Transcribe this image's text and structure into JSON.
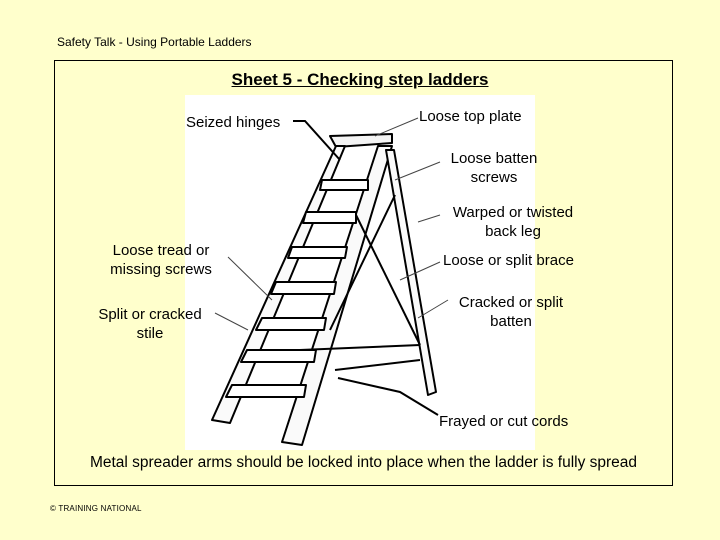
{
  "header": {
    "title": "Safety Talk - Using Portable Ladders"
  },
  "sheet": {
    "title": "Sheet 5 - Checking step ladders"
  },
  "labels": {
    "seized_hinges": "Seized hinges",
    "loose_top_plate": "Loose top plate",
    "loose_batten_screws_1": "Loose batten",
    "loose_batten_screws_2": "screws",
    "warped_back_leg_1": "Warped or twisted",
    "warped_back_leg_2": "back leg",
    "loose_tread_1": "Loose tread or",
    "loose_tread_2": "missing screws",
    "loose_split_brace": "Loose or split brace",
    "split_stile_1": "Split or cracked",
    "split_stile_2": "stile",
    "cracked_batten_1": "Cracked or split",
    "cracked_batten_2": "batten",
    "frayed_cords": "Frayed or cut cords"
  },
  "note": "Metal spreader arms should be locked into place when the ladder is fully spread",
  "footer": {
    "copyright": "© TRAINING NATIONAL"
  }
}
